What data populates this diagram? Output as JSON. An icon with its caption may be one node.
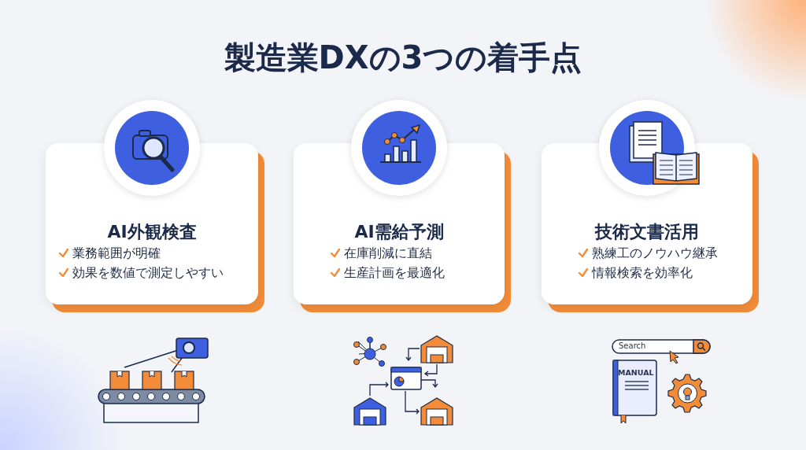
{
  "diagram": {
    "title": "製造業DXの3つの着手点",
    "nodes": [
      {
        "text": [
          "AI外観検査",
          "業務範囲が明確",
          "効果を数値で測定しやすい"
        ]
      },
      {
        "text": [
          "AI需給予測",
          "在庫削減に直結",
          "生産計画を最適化"
        ]
      },
      {
        "text": [
          "技術文書活用",
          "熟練工のノウハウ継承",
          "情報検索を効率化"
        ]
      }
    ],
    "edges": [],
    "labels": [
      "Search",
      "MANUAL"
    ]
  }
}
